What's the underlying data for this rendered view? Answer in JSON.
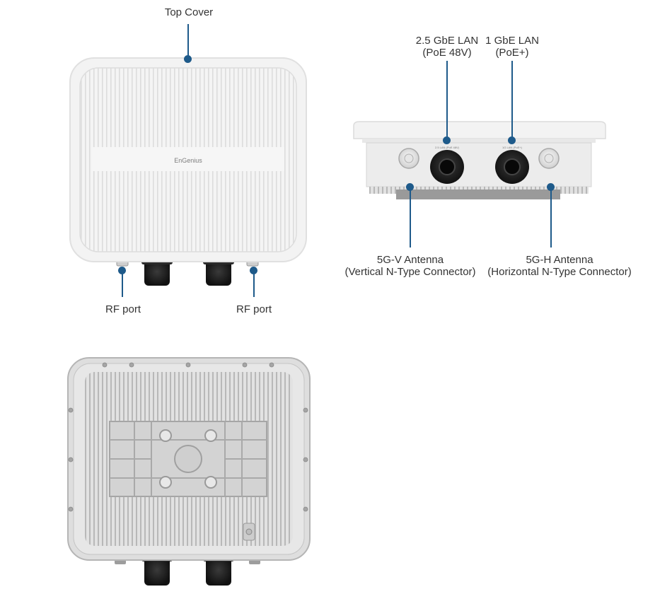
{
  "labels": {
    "top_cover": "Top Cover",
    "lan_25": [
      "2.5 GbE LAN",
      "(PoE 48V)"
    ],
    "lan_1": [
      "1 GbE LAN",
      "(PoE+)"
    ],
    "rf_left": "RF port",
    "rf_right": "RF port",
    "ant_v": [
      "5G-V Antenna",
      "(Vertical N-Type Connector)"
    ],
    "ant_h": [
      "5G-H Antenna",
      "(Horizontal N-Type Connector)"
    ]
  },
  "device": {
    "brand": "EnGenius",
    "port_labels": [
      "2.5 LAN (PoE 48V)",
      "1G LAN (PoE+)"
    ]
  },
  "colors": {
    "callout": "#1e5a8a",
    "text": "#333333",
    "housing": "#f2f2f2",
    "metal": "#d9d9d9",
    "gland": "#1c1c1c"
  }
}
